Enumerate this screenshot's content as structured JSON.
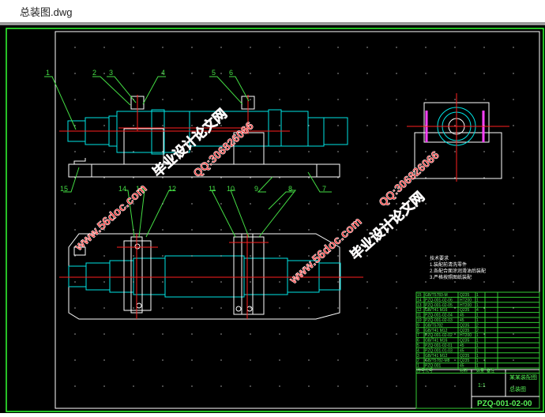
{
  "window": {
    "title": "总装图.dwg"
  },
  "drawing": {
    "balloons": [
      "1",
      "2",
      "3",
      "4",
      "5",
      "6",
      "7",
      "8",
      "9",
      "10",
      "11",
      "12",
      "13",
      "14",
      "15"
    ],
    "tech_notes": {
      "heading": "技术要求",
      "items": [
        "1.装配前清洗零件",
        "2.各配合面涂润滑油后装配",
        "3.严格按照图纸装配"
      ]
    },
    "parts_table": {
      "rows": [
        [
          "15",
          "GB/T5783-M",
          "Q235",
          "1",
          ""
        ],
        [
          "14",
          "PZQ-001-02-06",
          "HT200",
          "1",
          ""
        ],
        [
          "13",
          "PZQ-001-02-05",
          "HT200",
          "1",
          ""
        ],
        [
          "12",
          "GB/T41 M16",
          "Q235",
          "4",
          ""
        ],
        [
          "11",
          "PZQ-001-02-04",
          "45",
          "1",
          ""
        ],
        [
          "10",
          "PZQ-001-02-03",
          "45",
          "1",
          ""
        ],
        [
          "9",
          "GB/T5782",
          "Q235",
          "2",
          ""
        ],
        [
          "8",
          "GB/T41 M12",
          "Q235",
          "2",
          ""
        ],
        [
          "7",
          "PZQ-001-02-02",
          "HT200",
          "1",
          ""
        ],
        [
          "6",
          "GB/T41 M16",
          "Q235",
          "1",
          ""
        ],
        [
          "5",
          "PZQ-001-02-01",
          "45",
          "1",
          ""
        ],
        [
          "4",
          "PZQ-001-01-03",
          "45",
          "1",
          ""
        ],
        [
          "3",
          "GB/T41 M12",
          "Q235",
          "1",
          ""
        ],
        [
          "2",
          "GB/T5782-M8",
          "Q235",
          "1",
          ""
        ],
        [
          "1",
          "PZQ-001",
          "45",
          "1",
          ""
        ]
      ],
      "header": [
        "序号",
        "代号",
        "材料",
        "数量",
        "备注"
      ],
      "title_block_name": "某某装配图",
      "title_block_sub": "总装图",
      "drawing_number": "PZQ-001-02-00",
      "scale": "1:1"
    },
    "watermarks": [
      "毕业设计论文网",
      "www.56doc.com",
      "QQ:306826066"
    ]
  },
  "colors": {
    "frame": "#00ff00",
    "cyan": "#00ffff",
    "center": "#ff2020",
    "outline": "#ffffff",
    "leader": "#44dd44",
    "watermark": "#ff3030"
  }
}
